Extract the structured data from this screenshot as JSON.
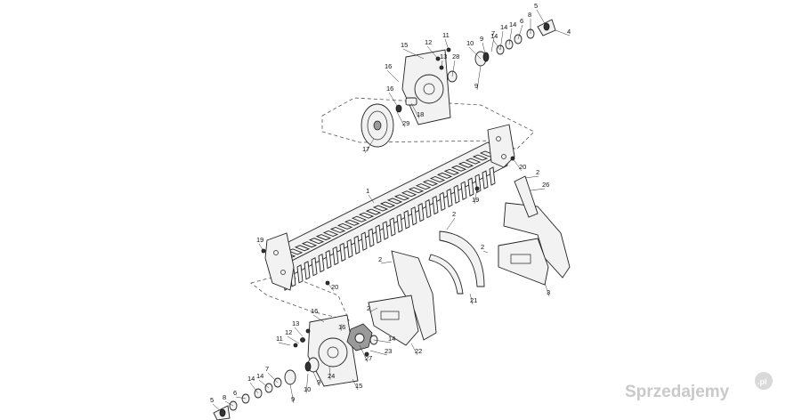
{
  "diagram": {
    "callouts": {
      "top_assembly": [
        {
          "text": "5"
        },
        {
          "text": "8"
        },
        {
          "text": "6"
        },
        {
          "text": "4"
        },
        {
          "text": "14"
        },
        {
          "text": "14"
        },
        {
          "text": "7"
        },
        {
          "text": "9"
        },
        {
          "text": "14"
        },
        {
          "text": "10"
        },
        {
          "text": "11"
        },
        {
          "text": "12"
        },
        {
          "text": "15"
        },
        {
          "text": "13"
        },
        {
          "text": "28"
        },
        {
          "text": "9"
        },
        {
          "text": "16"
        },
        {
          "text": "16"
        },
        {
          "text": "18"
        },
        {
          "text": "29"
        },
        {
          "text": "17"
        }
      ],
      "middle_assembly": [
        {
          "text": "1"
        },
        {
          "text": "20"
        },
        {
          "text": "2"
        },
        {
          "text": "26"
        },
        {
          "text": "19"
        },
        {
          "text": "2"
        },
        {
          "text": "2"
        },
        {
          "text": "3"
        },
        {
          "text": "21"
        },
        {
          "text": "19"
        },
        {
          "text": "20"
        },
        {
          "text": "2"
        },
        {
          "text": "2"
        },
        {
          "text": "22"
        }
      ],
      "bottom_assembly": [
        {
          "text": "16"
        },
        {
          "text": "16"
        },
        {
          "text": "13"
        },
        {
          "text": "12"
        },
        {
          "text": "11"
        },
        {
          "text": "14"
        },
        {
          "text": "27"
        },
        {
          "text": "23"
        },
        {
          "text": "7"
        },
        {
          "text": "14"
        },
        {
          "text": "14"
        },
        {
          "text": "6"
        },
        {
          "text": "8"
        },
        {
          "text": "5"
        },
        {
          "text": "9"
        },
        {
          "text": "10"
        },
        {
          "text": "9"
        },
        {
          "text": "24"
        },
        {
          "text": "15"
        }
      ]
    }
  },
  "watermark": {
    "text": "Sprzedajemy",
    "badge": ".pl"
  }
}
